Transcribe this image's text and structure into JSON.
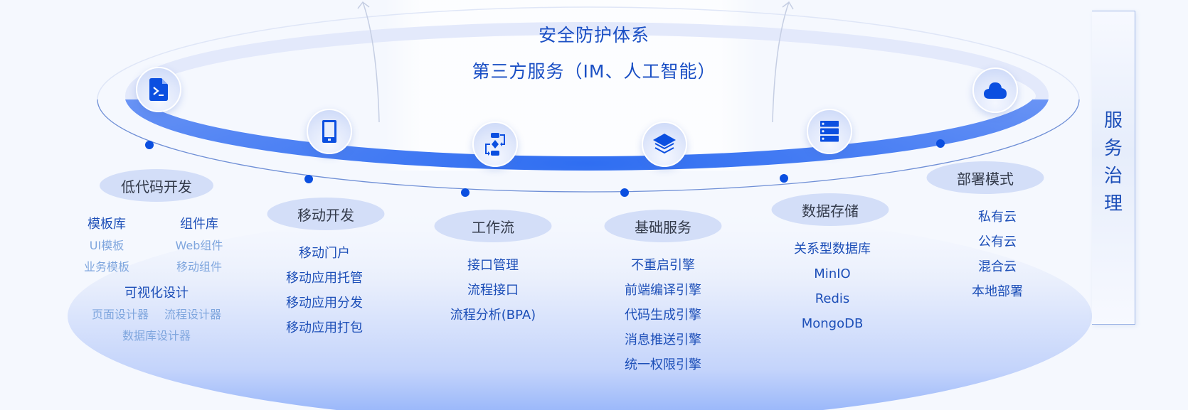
{
  "center": {
    "line1": "安全防护体系",
    "line2": "第三方服务（IM、人工智能）"
  },
  "side_panel": {
    "chars": [
      "服",
      "务",
      "治",
      "理"
    ]
  },
  "colors": {
    "band_blue": "#2f6ef2",
    "dot_blue": "#0b4fe0",
    "pill_bg": "#d3def8",
    "text_blue": "#1d4fb8",
    "sub_text_blue": "#7fa6de"
  },
  "icons": [
    {
      "name": "terminal-file-icon"
    },
    {
      "name": "mobile-phone-icon"
    },
    {
      "name": "workflow-icon"
    },
    {
      "name": "layers-icon"
    },
    {
      "name": "server-database-icon"
    },
    {
      "name": "cloud-icon"
    }
  ],
  "modules": {
    "lowcode": {
      "title": "低代码开发",
      "groups": [
        {
          "label": "模板库",
          "items": [
            "UI模板",
            "业务模板"
          ]
        },
        {
          "label": "组件库",
          "items": [
            "Web组件",
            "移动组件"
          ]
        }
      ],
      "visual": {
        "label": "可视化设计",
        "items": [
          "页面设计器",
          "流程设计器",
          "数据库设计器"
        ]
      }
    },
    "mobile": {
      "title": "移动开发",
      "items": [
        "移动门户",
        "移动应用托管",
        "移动应用分发",
        "移动应用打包"
      ]
    },
    "workflow": {
      "title": "工作流",
      "items": [
        "接口管理",
        "流程接口",
        "流程分析(BPA)"
      ]
    },
    "basic": {
      "title": "基础服务",
      "items": [
        "不重启引擎",
        "前端编译引擎",
        "代码生成引擎",
        "消息推送引擎",
        "统一权限引擎"
      ]
    },
    "storage": {
      "title": "数据存储",
      "items": [
        "关系型数据库",
        "MinIO",
        "Redis",
        "MongoDB"
      ]
    },
    "deploy": {
      "title": "部署模式",
      "items": [
        "私有云",
        "公有云",
        "混合云",
        "本地部署"
      ]
    }
  }
}
